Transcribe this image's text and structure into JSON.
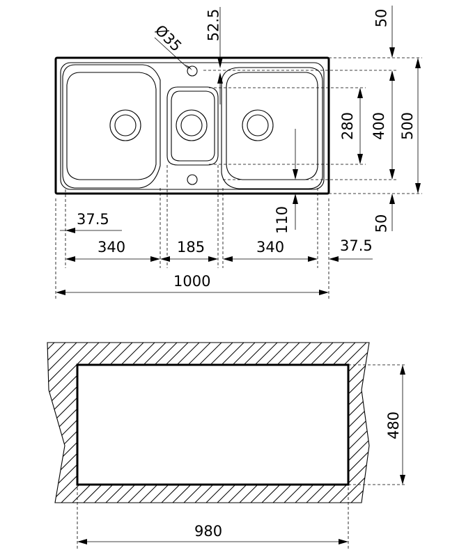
{
  "drawing": {
    "sink_dimensions": {
      "drain_diameter": "Ø35",
      "top_offset": "52.5",
      "top_margin": "50",
      "inner_height": "400",
      "outer_height": "500",
      "center_bowl_height": "280",
      "bottom_offset": "110",
      "bottom_margin": "50",
      "left_rim": "37.5",
      "right_rim": "37.5",
      "left_bowl_width": "340",
      "center_bowl_width": "185",
      "right_bowl_width": "340",
      "total_width": "1000"
    },
    "cutout_dimensions": {
      "height": "480",
      "width": "980"
    }
  }
}
